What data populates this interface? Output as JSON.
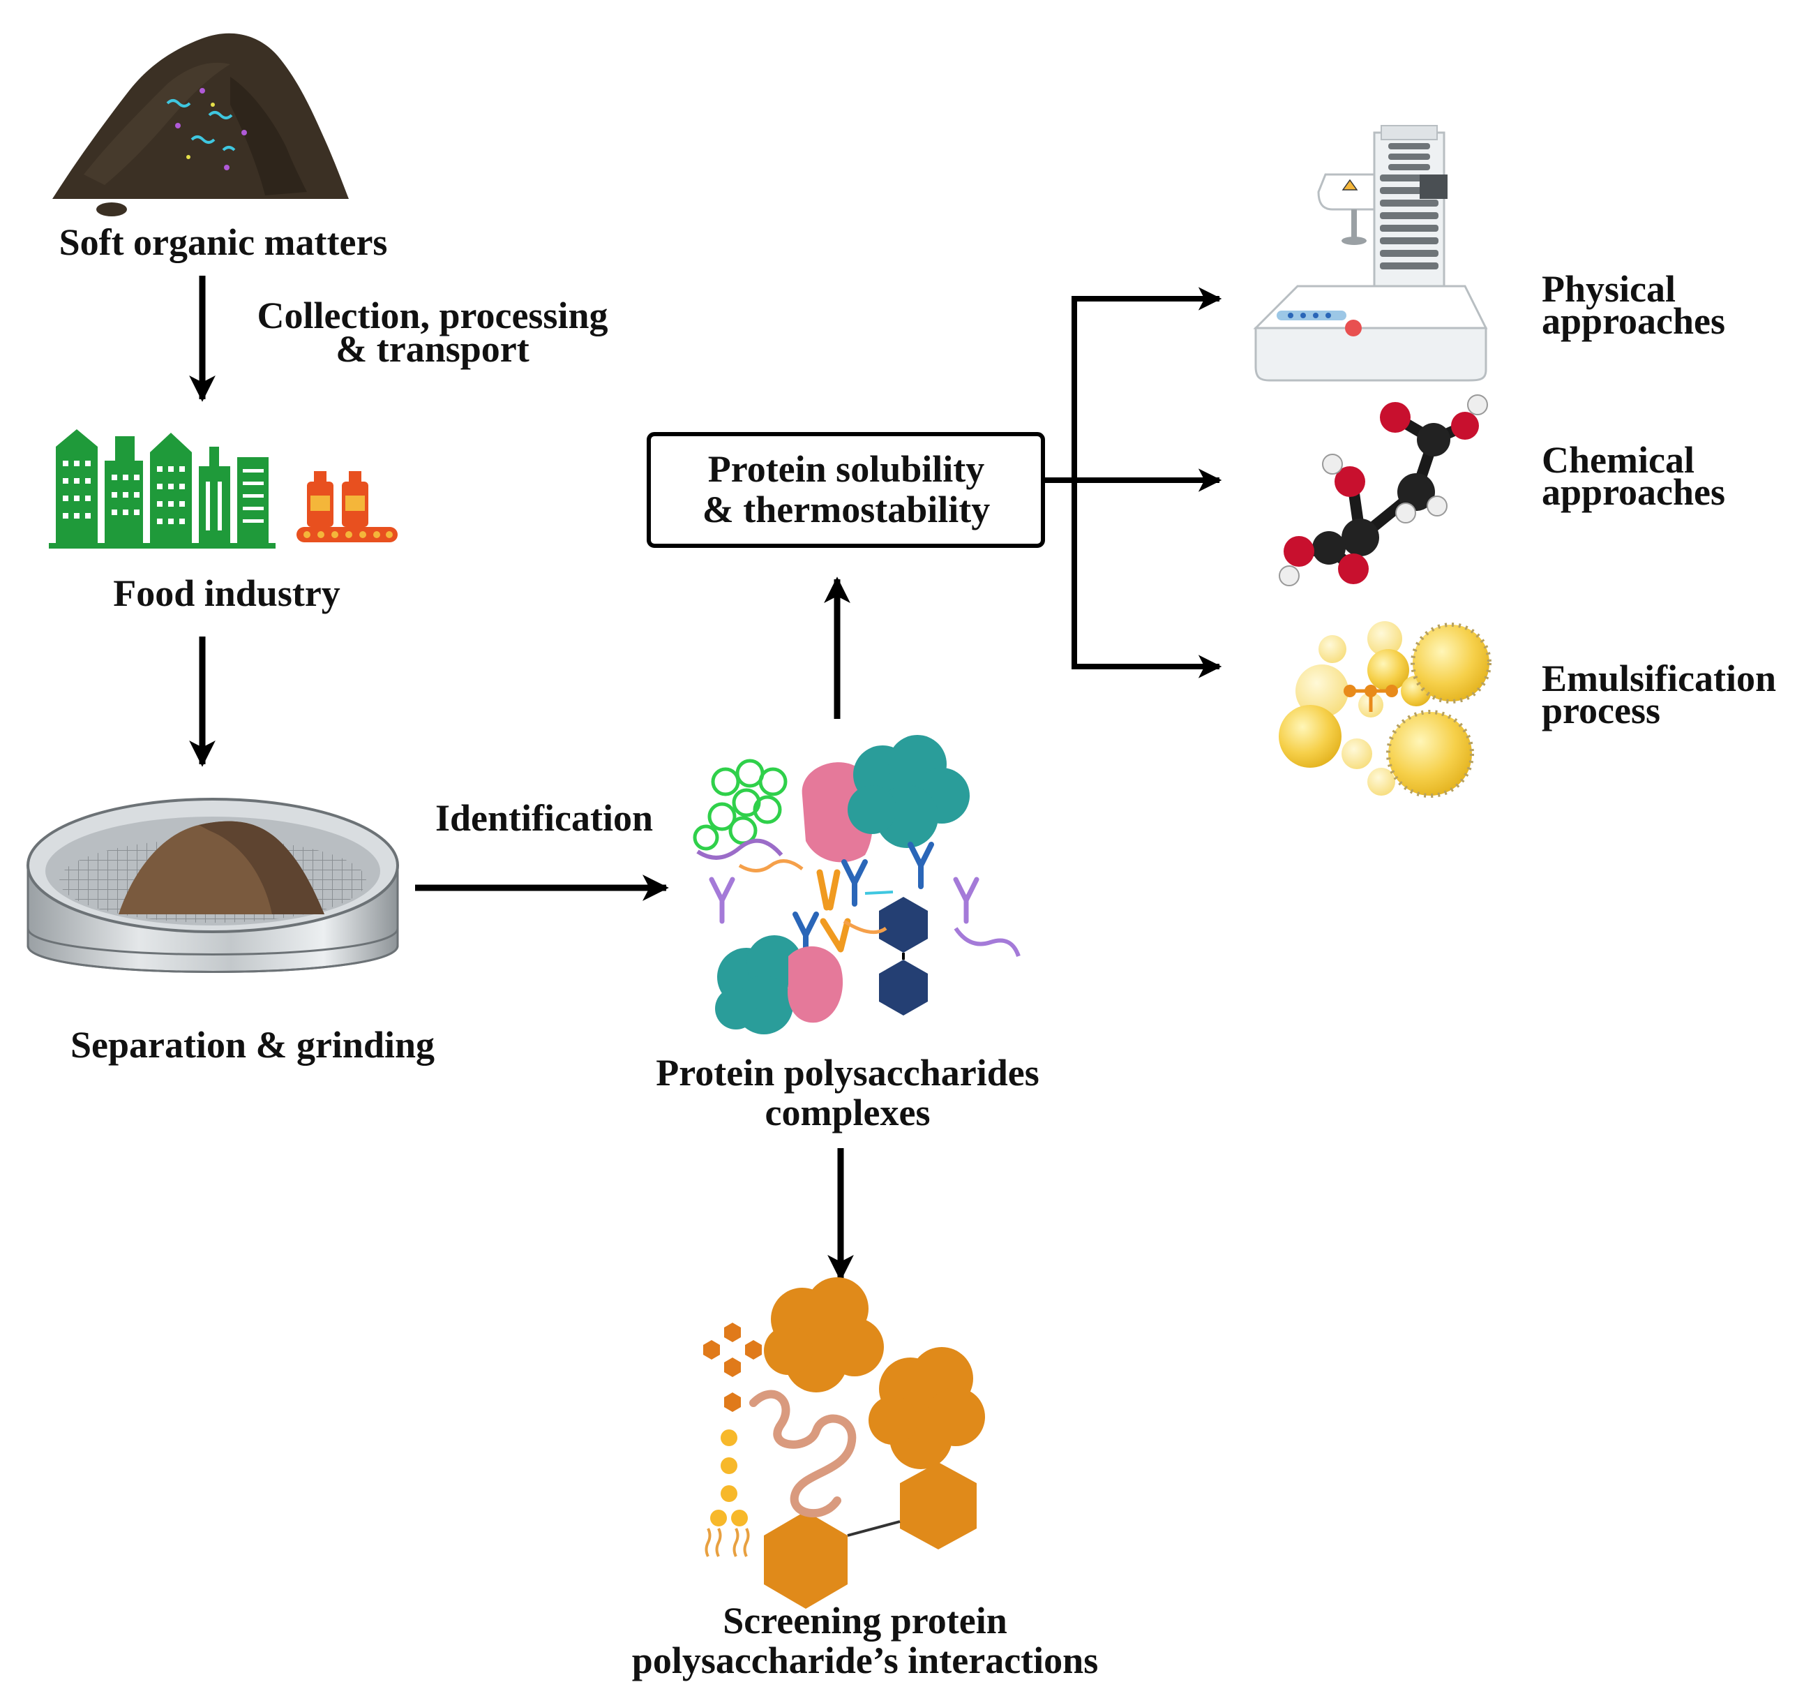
{
  "nodes": {
    "soft_organic": {
      "label": "Soft organic matters"
    },
    "food_industry": {
      "label": "Food industry"
    },
    "separation": {
      "label": "Separation & grinding"
    },
    "complexes": {
      "line1": "Protein polysaccharides",
      "line2": "complexes"
    },
    "solubility": {
      "line1": "Protein solubility",
      "line2": "& thermostability"
    },
    "screening": {
      "line1": "Screening protein",
      "line2": "polysaccharide’s interactions"
    },
    "physical": {
      "line1": "Physical",
      "line2": "approaches"
    },
    "chemical": {
      "line1": "Chemical",
      "line2": "approaches"
    },
    "emulsification": {
      "line1": "Emulsification",
      "line2": "process"
    }
  },
  "edges": {
    "collection": {
      "line1": "Collection, processing",
      "line2": "& transport"
    },
    "identification": {
      "label": "Identification"
    }
  },
  "icons": {
    "soil": "soil-pile-icon",
    "factory": "factory-icon",
    "sieve": "sieve-icon",
    "molecules": "protein-complex-icon",
    "screening": "screening-icon",
    "rheometer": "rheometer-icon",
    "molecule": "molecule-model-icon",
    "emulsion": "emulsion-droplets-icon"
  },
  "colors": {
    "arrow": "#000000",
    "factory_green": "#1f9a3a",
    "orange": "#e08a1a",
    "teal": "#2a9d9a",
    "pink": "#e5799a",
    "yellow": "#f2c230",
    "soil": "#3b3024"
  }
}
